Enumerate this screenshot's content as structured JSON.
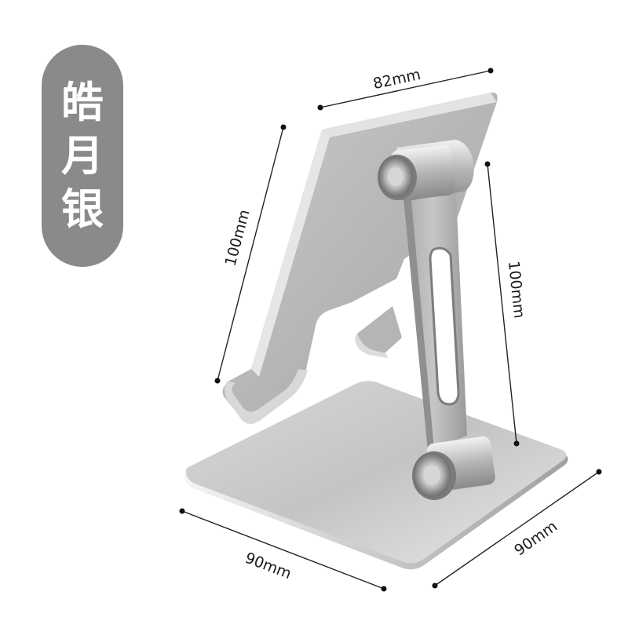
{
  "color_name": [
    "皓",
    "月",
    "银"
  ],
  "dimensions": {
    "top_width": "82mm",
    "back_height": "100mm",
    "arm_height": "100mm",
    "base_front": "90mm",
    "base_side": "90mm"
  },
  "colors": {
    "badge": "#8a8a8a",
    "badge_text": "#ffffff",
    "metal_light": "#e6e6e6",
    "metal_mid": "#b9b9b9",
    "metal_dark": "#8c8c8c",
    "dimension_line": "#222222"
  }
}
